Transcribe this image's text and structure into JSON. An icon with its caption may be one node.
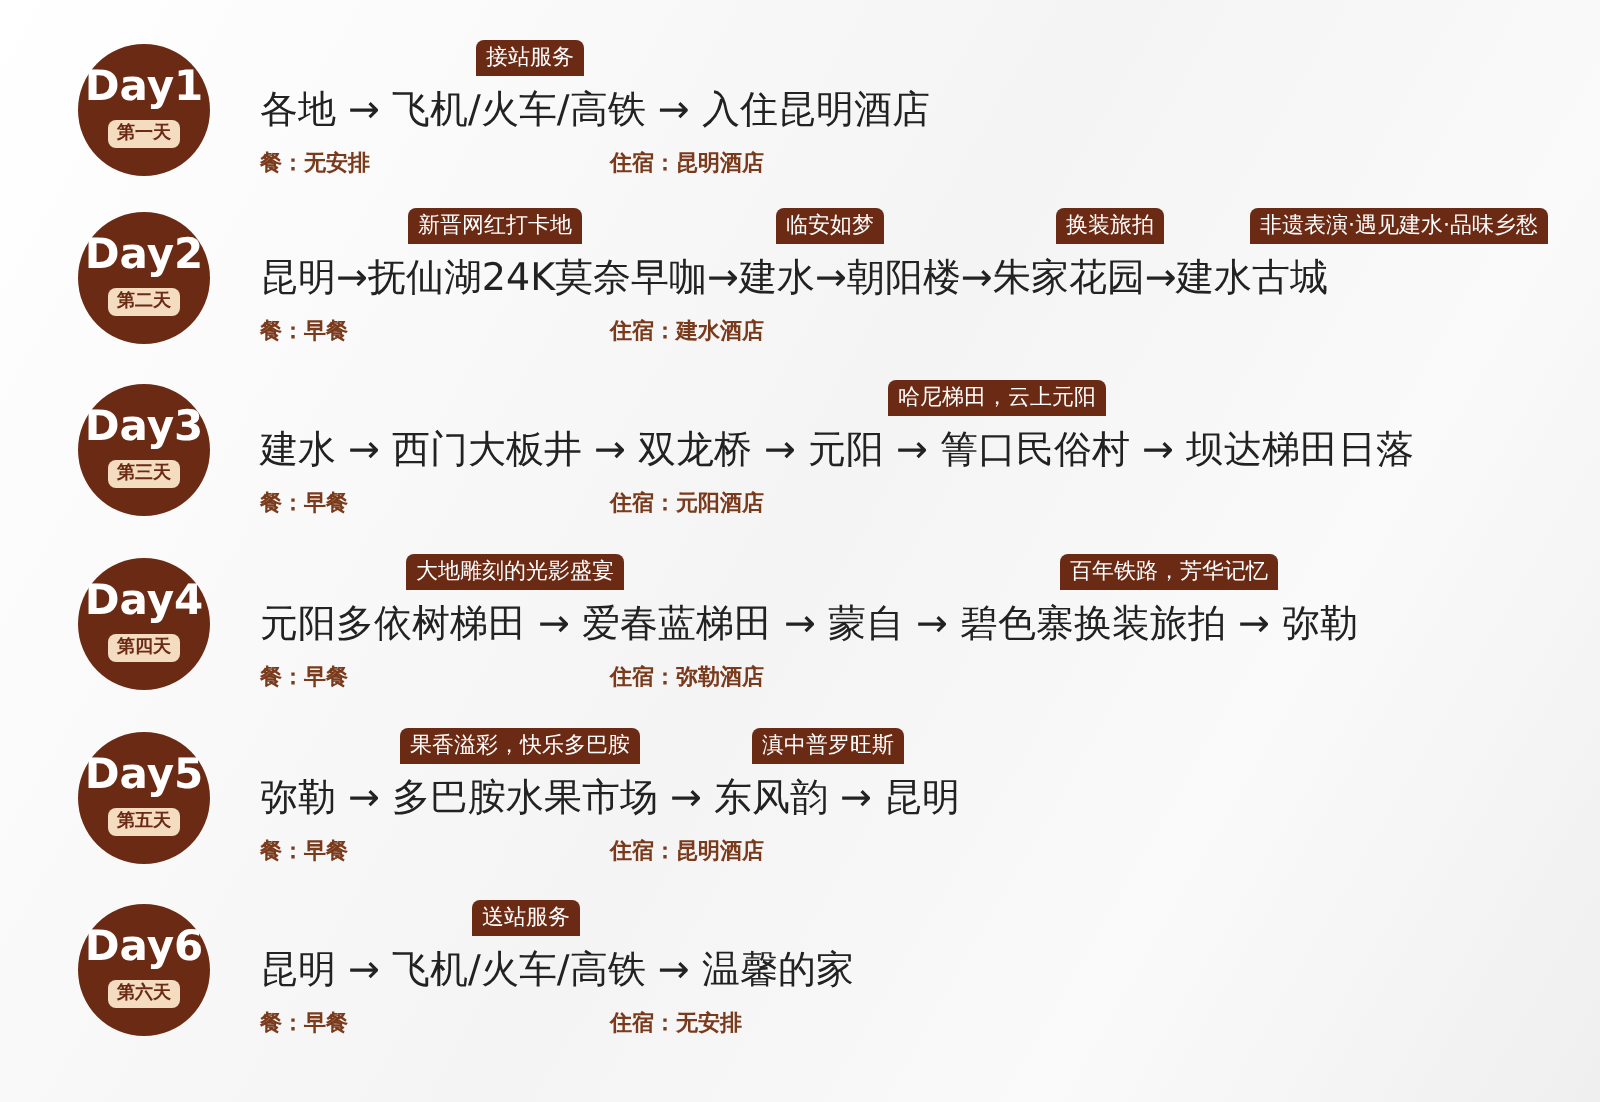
{
  "diagram": {
    "nodes": [
      {
        "text": [
          "Day1",
          "第一天"
        ]
      },
      {
        "text": [
          "Day2",
          "第二天"
        ]
      },
      {
        "text": [
          "Day3",
          "第三天"
        ]
      },
      {
        "text": [
          "Day4",
          "第四天"
        ]
      },
      {
        "text": [
          "Day5",
          "第五天"
        ]
      },
      {
        "text": [
          "Day6",
          "第六天"
        ]
      }
    ],
    "labels": [
      "接站服务",
      "各地 → 飞机/火车/高铁 → 入住昆明酒店",
      "餐：无安排",
      "住宿：昆明酒店",
      "新晋网红打卡地",
      "临安如梦",
      "换装旅拍",
      "非遗表演·遇见建水·品味乡愁",
      "昆明→抚仙湖24K莫奈早咖→建水→朝阳楼→朱家花园→建水古城",
      "餐：早餐",
      "住宿：建水酒店",
      "哈尼梯田，云上元阳",
      "建水 → 西门大板井 → 双龙桥 → 元阳 → 箐口民俗村 → 坝达梯田日落",
      "餐：早餐",
      "住宿：元阳酒店",
      "大地雕刻的光影盛宴",
      "百年铁路，芳华记忆",
      "元阳多依树梯田 → 爱春蓝梯田 → 蒙自 → 碧色寨换装旅拍 → 弥勒",
      "餐：早餐",
      "住宿：弥勒酒店",
      "果香溢彩，快乐多巴胺",
      "滇中普罗旺斯",
      "弥勒 → 多巴胺水果市场 → 东风韵 → 昆明",
      "餐：早餐",
      "住宿：昆明酒店",
      "送站服务",
      "昆明 → 飞机/火车/高铁 → 温馨的家",
      "餐：早餐",
      "住宿：无安排"
    ]
  }
}
